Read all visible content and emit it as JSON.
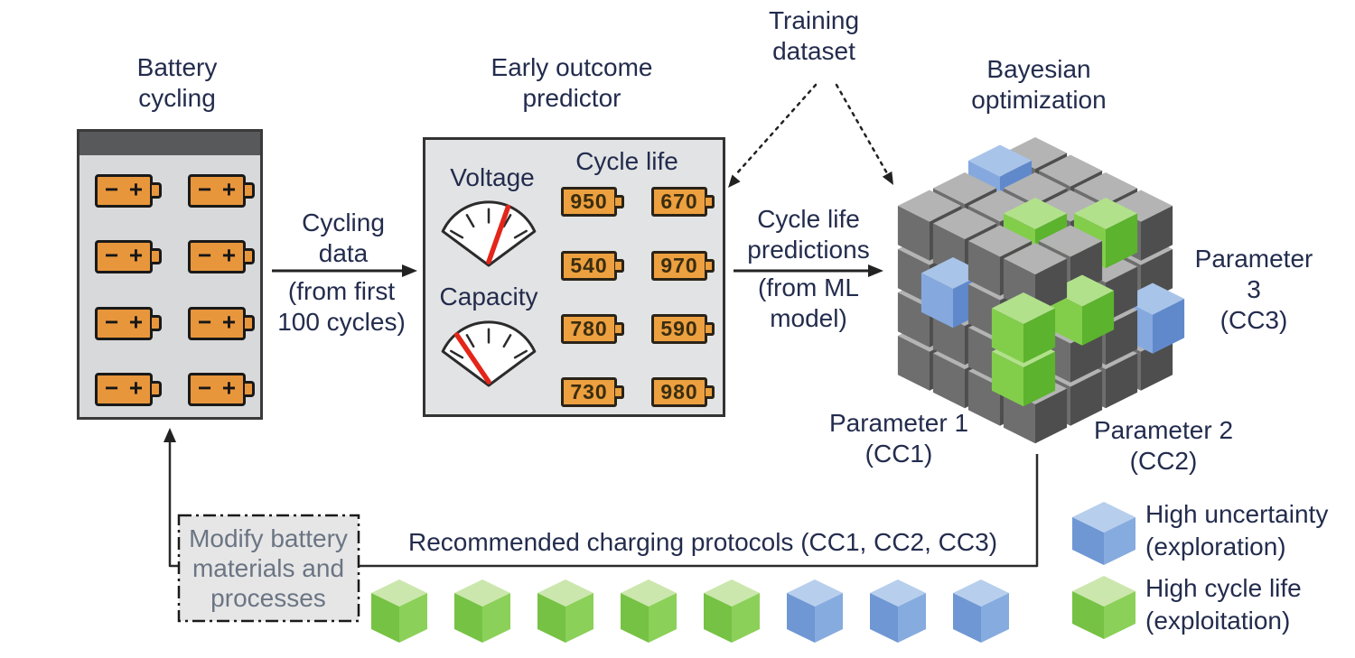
{
  "title_labels": {
    "battery_cycling": "Battery\ncycling",
    "cycling_data": "Cycling\ndata",
    "cycling_from": "(from first\n100 cycles)",
    "predictor_title": "Early outcome\npredictor",
    "voltage": "Voltage",
    "capacity": "Capacity",
    "cycle_life": "Cycle life",
    "training": "Training\ndataset",
    "predictions": "Cycle life\npredictions",
    "predictions_from": "(from ML\nmodel)",
    "bayesian": "Bayesian\noptimization",
    "param1": "Parameter 1\n(CC1)",
    "param2": "Parameter 2\n(CC2)",
    "param3": "Parameter 3\n(CC3)",
    "modify": "Modify battery\nmaterials and\nprocesses",
    "recommended": "Recommended charging protocols (CC1, CC2, CC3)"
  },
  "battery_box": {
    "rows": 4,
    "cols": 2,
    "minus_label": "−",
    "plus_label": "+"
  },
  "predictor": {
    "cycle_life_values": [
      [
        950,
        670
      ],
      [
        540,
        970
      ],
      [
        780,
        590
      ],
      [
        730,
        980
      ]
    ]
  },
  "gauges": [
    {
      "name": "voltage",
      "needle_deg": 67
    },
    {
      "name": "capacity",
      "needle_deg": 130
    }
  ],
  "big_cube": {
    "grid": 4,
    "specials": [
      {
        "i": 1,
        "j": 0,
        "k": 3,
        "color": "blue",
        "pop": "up"
      },
      {
        "i": 2,
        "j": 2,
        "k": 3,
        "color": "green",
        "pop": "up"
      },
      {
        "i": 3,
        "j": 1,
        "k": 2,
        "color": "blue",
        "pop": "left"
      },
      {
        "i": 1,
        "j": 3,
        "k": 3,
        "color": "green",
        "pop": "up"
      },
      {
        "i": 2,
        "j": 3,
        "k": 2,
        "color": "green",
        "pop": "right"
      },
      {
        "i": 0,
        "j": 3,
        "k": 1,
        "color": "blue",
        "pop": "right"
      },
      {
        "i": 3,
        "j": 3,
        "k": 2,
        "color": "green",
        "pop": "left"
      },
      {
        "i": 3,
        "j": 3,
        "k": 1,
        "color": "green",
        "pop": "left"
      }
    ]
  },
  "protocol_cubes": [
    "green",
    "green",
    "green",
    "green",
    "green",
    "blue",
    "blue",
    "blue"
  ],
  "legend": {
    "items": [
      {
        "color": "blue",
        "label": "High uncertainty\n(exploration)"
      },
      {
        "color": "green",
        "label": "High cycle life\n(exploitation)"
      }
    ]
  },
  "colors": {
    "battery_orange": "#e8963c",
    "needle_red": "#e32619",
    "cube_gray": {
      "t": "#b4b4b4",
      "l": "#6e6e6e",
      "r": "#4e4e4e"
    },
    "cube_green": {
      "t": "#b2e18c",
      "l": "#82ce4b",
      "r": "#5cb32d"
    },
    "cube_blue": {
      "t": "#a9c4e9",
      "l": "#85a9de",
      "r": "#6089cc"
    },
    "free_green": {
      "t": "#cbe7ad",
      "l": "#76c244",
      "r": "#8bd058"
    },
    "free_blue": {
      "t": "#b7cfed",
      "l": "#6f97d3",
      "r": "#86abdf"
    }
  }
}
